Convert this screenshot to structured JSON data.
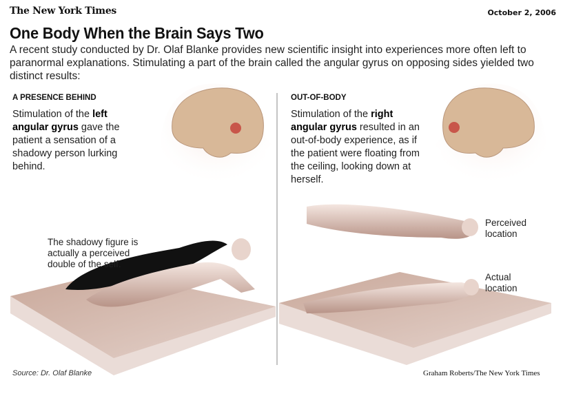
{
  "header": {
    "logo": "The New York Times",
    "date": "October 2, 2006"
  },
  "title": "One Body When the Brain Says Two",
  "intro": "A recent study conducted by Dr. Olaf Blanke provides new scientific insight into experiences more often left to paranormal explanations. Stimulating a part of the brain called the angular gyrus on opposing sides yielded two distinct results:",
  "left": {
    "heading": "A PRESENCE BEHIND",
    "desc_pre": "Stimulation of the ",
    "desc_bold": "left angular gyrus",
    "desc_post": " gave the patient a sensation of a shadowy person lurking behind.",
    "figure_label": "The shadowy figure is actually a perceived double of the self."
  },
  "right": {
    "heading": "OUT-OF-BODY",
    "desc_pre": "Stimulation of the ",
    "desc_bold": "right angular gyrus",
    "desc_post": " resulted in an out-of-body experience, as if the patient were floating from the ceiling, looking down at herself.",
    "perceived_label": "Perceived location",
    "actual_label": "Actual location"
  },
  "footer": {
    "source": "Source: Dr. Olaf Blanke",
    "credit": "Graham Roberts/The New York Times"
  },
  "colors": {
    "brain": "#d8b898",
    "stim_dot": "#c8564a",
    "head": "#f0dcd6",
    "bed": "#dcc8c0",
    "shadow": "#111111"
  }
}
